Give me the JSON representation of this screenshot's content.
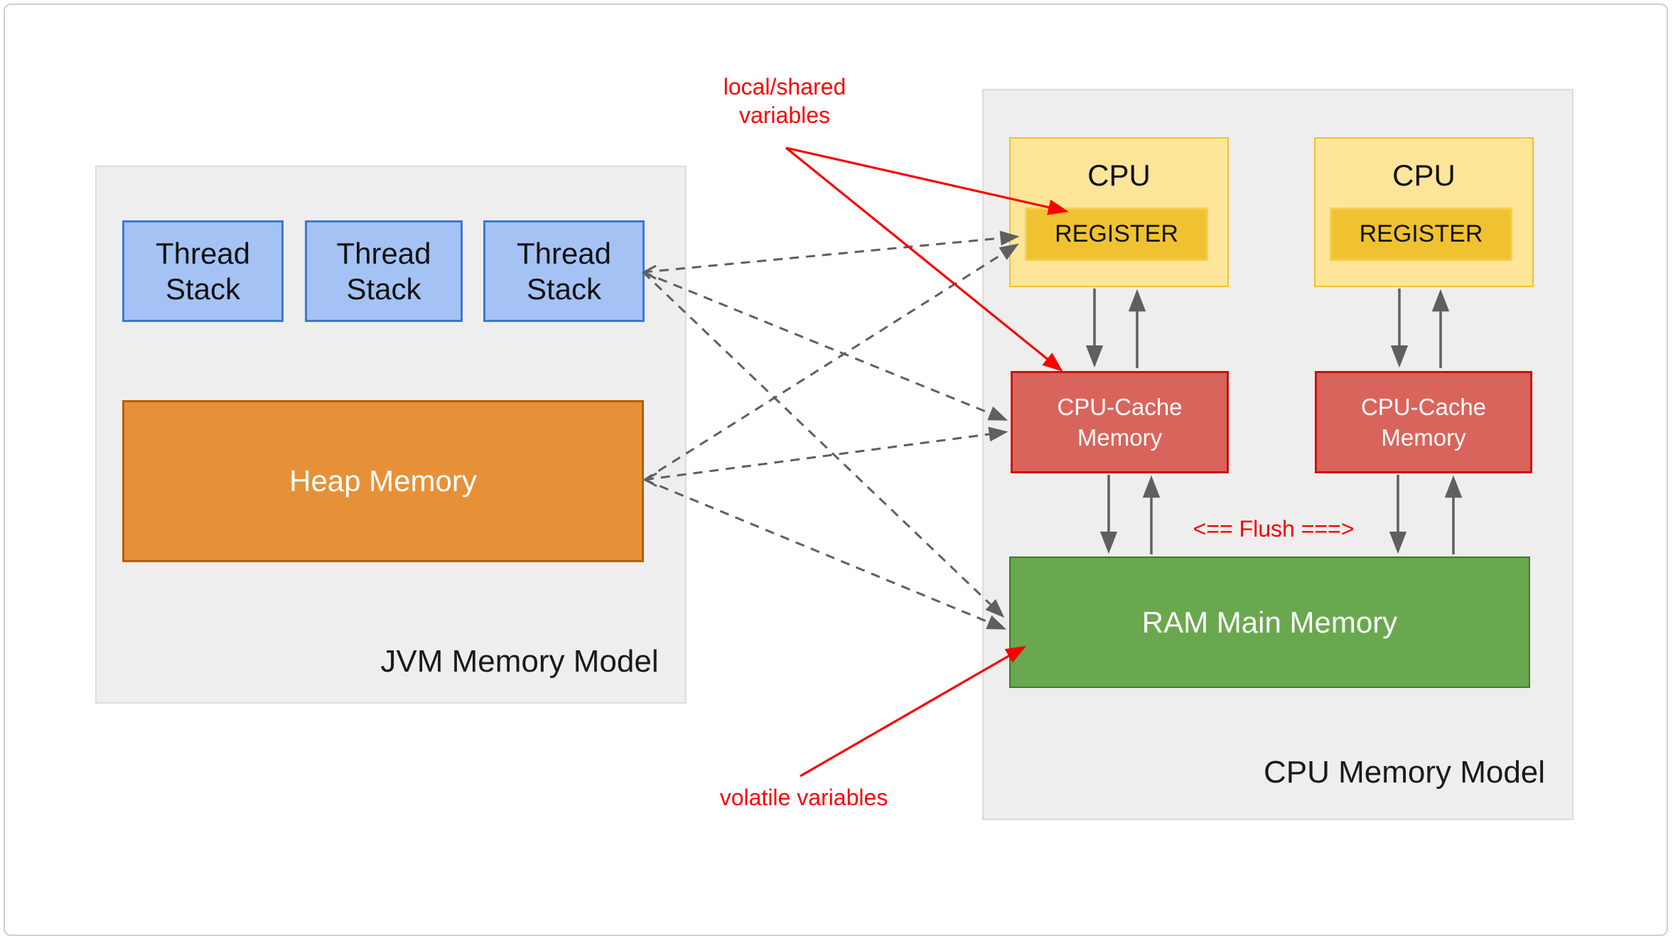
{
  "colors": {
    "canvas_border": "#cfcfcf",
    "group_fill": "#eeeeee",
    "group_border": "#dcdcdc",
    "blue_fill": "#a4c2f4",
    "blue_border": "#3c78d8",
    "orange_fill": "#e69138",
    "orange_border": "#b45f06",
    "yellow_fill": "#ffe599",
    "yellow_border": "#f1c232",
    "gold_fill": "#f0c232",
    "gold_border": "#f3d04f",
    "cache_fill": "#d9645c",
    "cache_border": "#cc1111",
    "green_fill": "#6aa84f",
    "green_border": "#3f7a28",
    "arrow_gray": "#5f5f5f",
    "annotation_red": "#fa0000"
  },
  "jvm": {
    "title": "JVM Memory Model",
    "thread_stacks": [
      {
        "line1": "Thread",
        "line2": "Stack"
      },
      {
        "line1": "Thread",
        "line2": "Stack"
      },
      {
        "line1": "Thread",
        "line2": "Stack"
      }
    ],
    "heap_label": "Heap Memory"
  },
  "cpu_model": {
    "title": "CPU Memory Model",
    "cpus": [
      {
        "label": "CPU",
        "register": "REGISTER",
        "cache_line1": "CPU-Cache",
        "cache_line2": "Memory"
      },
      {
        "label": "CPU",
        "register": "REGISTER",
        "cache_line1": "CPU-Cache",
        "cache_line2": "Memory"
      }
    ],
    "ram_label": "RAM Main Memory",
    "flush_label": "<== Flush ===>"
  },
  "annotations": {
    "local_shared_line1": "local/shared",
    "local_shared_line2": "variables",
    "volatile_label": "volatile variables"
  }
}
